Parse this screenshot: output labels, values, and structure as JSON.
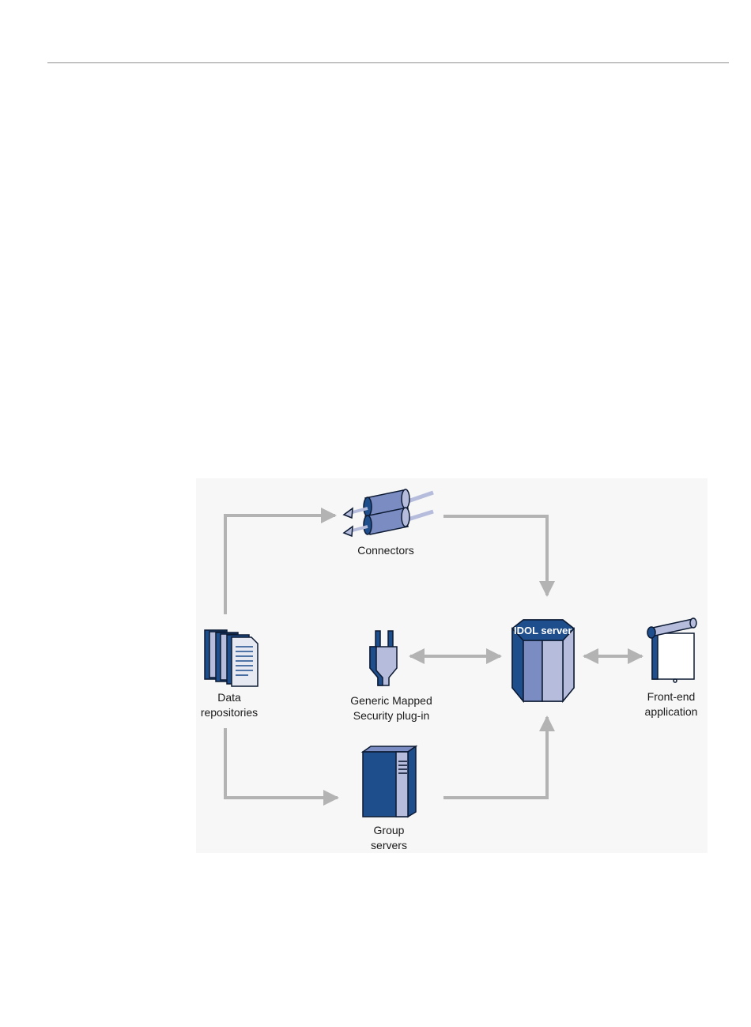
{
  "diagram": {
    "labels": {
      "connectors": "Connectors",
      "data_repositories_line1": "Data",
      "data_repositories_line2": "repositories",
      "security_plugin_line1": "Generic Mapped",
      "security_plugin_line2": "Security plug-in",
      "idol_server": "IDOL server",
      "frontend_line1": "Front-end",
      "frontend_line2": "application",
      "group_servers_line1": "Group",
      "group_servers_line2": "servers"
    },
    "colors": {
      "arrow": "#b3b3b3",
      "dark_blue": "#1f4e8c",
      "mid_blue": "#7b8cc2",
      "light_blue": "#b6bcdb",
      "outline": "#0c1a33"
    }
  }
}
